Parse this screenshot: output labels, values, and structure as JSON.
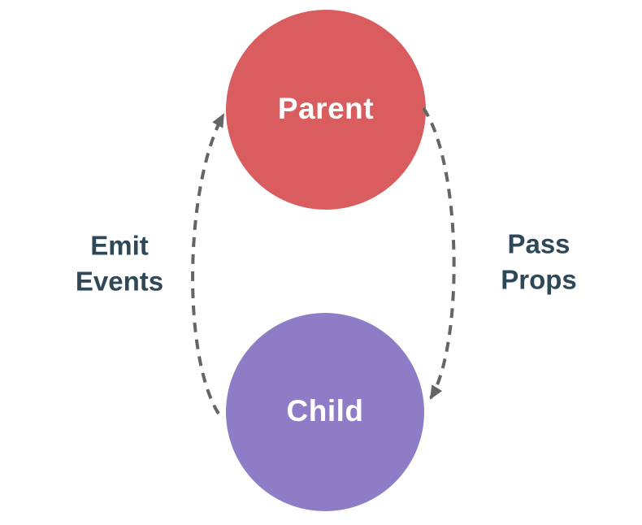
{
  "diagram": {
    "title": "parent-child component communication",
    "background_color": "#ffffff",
    "arrow_color": "#656565",
    "edge_label_color": "#2f4858",
    "nodes": {
      "parent": {
        "label": "Parent",
        "color": "#d95d5f",
        "text_color": "#ffffff"
      },
      "child": {
        "label": "Child",
        "color": "#8e7dc6",
        "text_color": "#ffffff"
      }
    },
    "edges": {
      "emit_events": {
        "label": "Emit\nEvents",
        "from": "Child",
        "to": "Parent",
        "side": "left",
        "style": "dashed"
      },
      "pass_props": {
        "label": "Pass\nProps",
        "from": "Parent",
        "to": "Child",
        "side": "right",
        "style": "dashed"
      }
    }
  }
}
